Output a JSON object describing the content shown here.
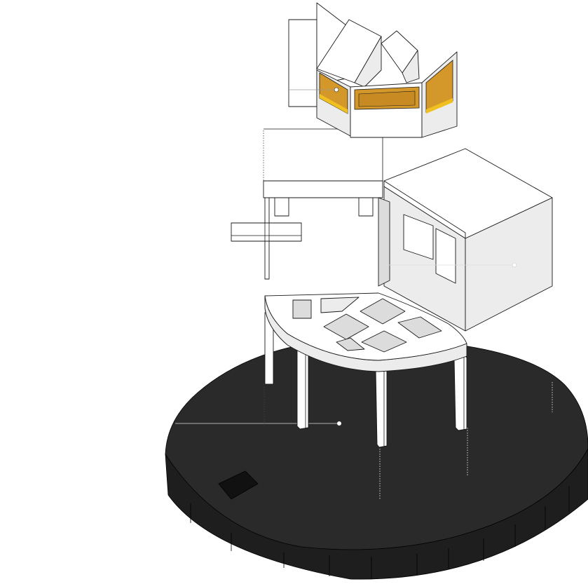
{
  "diagram": {
    "type": "exploded axonometric",
    "colors": {
      "base": "#2a2a2a",
      "base_side": "#1e1e1e",
      "face": "#ffffff",
      "shade": "#ececec",
      "shade_dark": "#dcdcdc",
      "glazing": "#d4982a",
      "glazing_edge": "#f0c020",
      "line": "#1a1a1a"
    },
    "layers": [
      "roof-lanterns",
      "upper-frame",
      "box-volume",
      "quarter-circle-slab",
      "columns",
      "circular-base"
    ]
  }
}
